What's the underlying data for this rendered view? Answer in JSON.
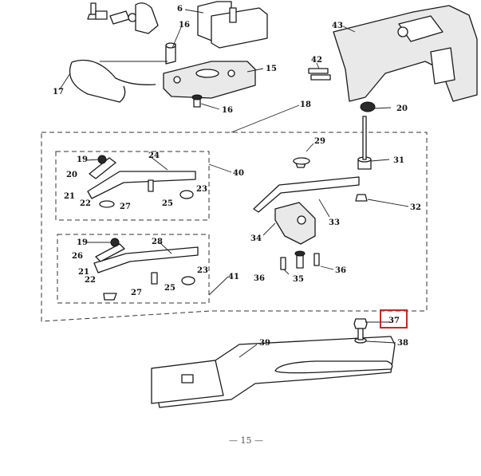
{
  "diagram": {
    "callouts": {
      "c6": "6",
      "c16a": "16",
      "c15": "15",
      "c16b": "16",
      "c17": "17",
      "c43": "43",
      "c42": "42",
      "c18": "18",
      "c20": "20",
      "c29": "29",
      "c31": "31",
      "c32": "32",
      "c33": "33",
      "c34": "34",
      "c35": "35",
      "c36a": "36",
      "c36b": "36",
      "c40": "40",
      "c41": "41",
      "g1_19": "19",
      "g1_20": "20",
      "g1_21": "21",
      "g1_22": "22",
      "g1_24": "24",
      "g1_23": "23",
      "g1_25": "25",
      "g1_27": "27",
      "g2_19": "19",
      "g2_26": "26",
      "g2_28": "28",
      "g2_21": "21",
      "g2_22": "22",
      "g2_23": "23",
      "g2_25": "25",
      "g2_27": "27",
      "c37": "37",
      "c38": "38",
      "c39": "39"
    },
    "page_number": "— 15 —",
    "highlight_color": "#c22a2a"
  }
}
